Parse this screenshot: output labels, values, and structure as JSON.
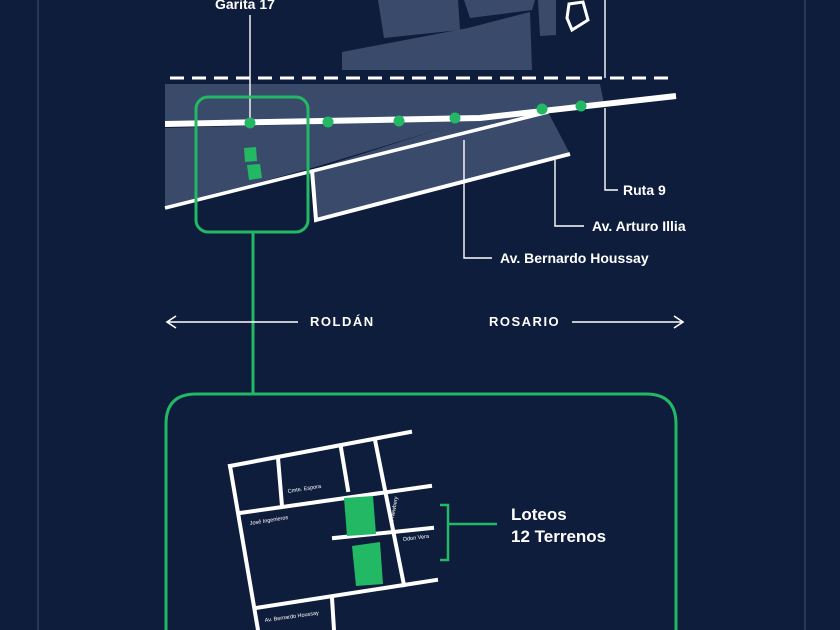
{
  "top_map": {
    "labels": {
      "garita": "Garita 17",
      "ruta": "Ruta 9",
      "av_illia": "Av. Arturo Illia",
      "av_houssay": "Av. Bernardo Houssay"
    },
    "directions": {
      "west": "ROLDÁN",
      "east": "ROSARIO"
    }
  },
  "detail_map": {
    "street_labels": {
      "s1": "Cmte. Espora",
      "s2": "José Ingenieros",
      "s3": "J. Newbery",
      "s4": "Odon Vera",
      "s5": "Av. Bernardo Houssay"
    },
    "legend_line1": "Loteos",
    "legend_line2": "12 Terrenos"
  },
  "colors": {
    "background": "#0f1d3c",
    "block": "#3a4a6b",
    "accent": "#22b864",
    "road": "#ffffff"
  }
}
